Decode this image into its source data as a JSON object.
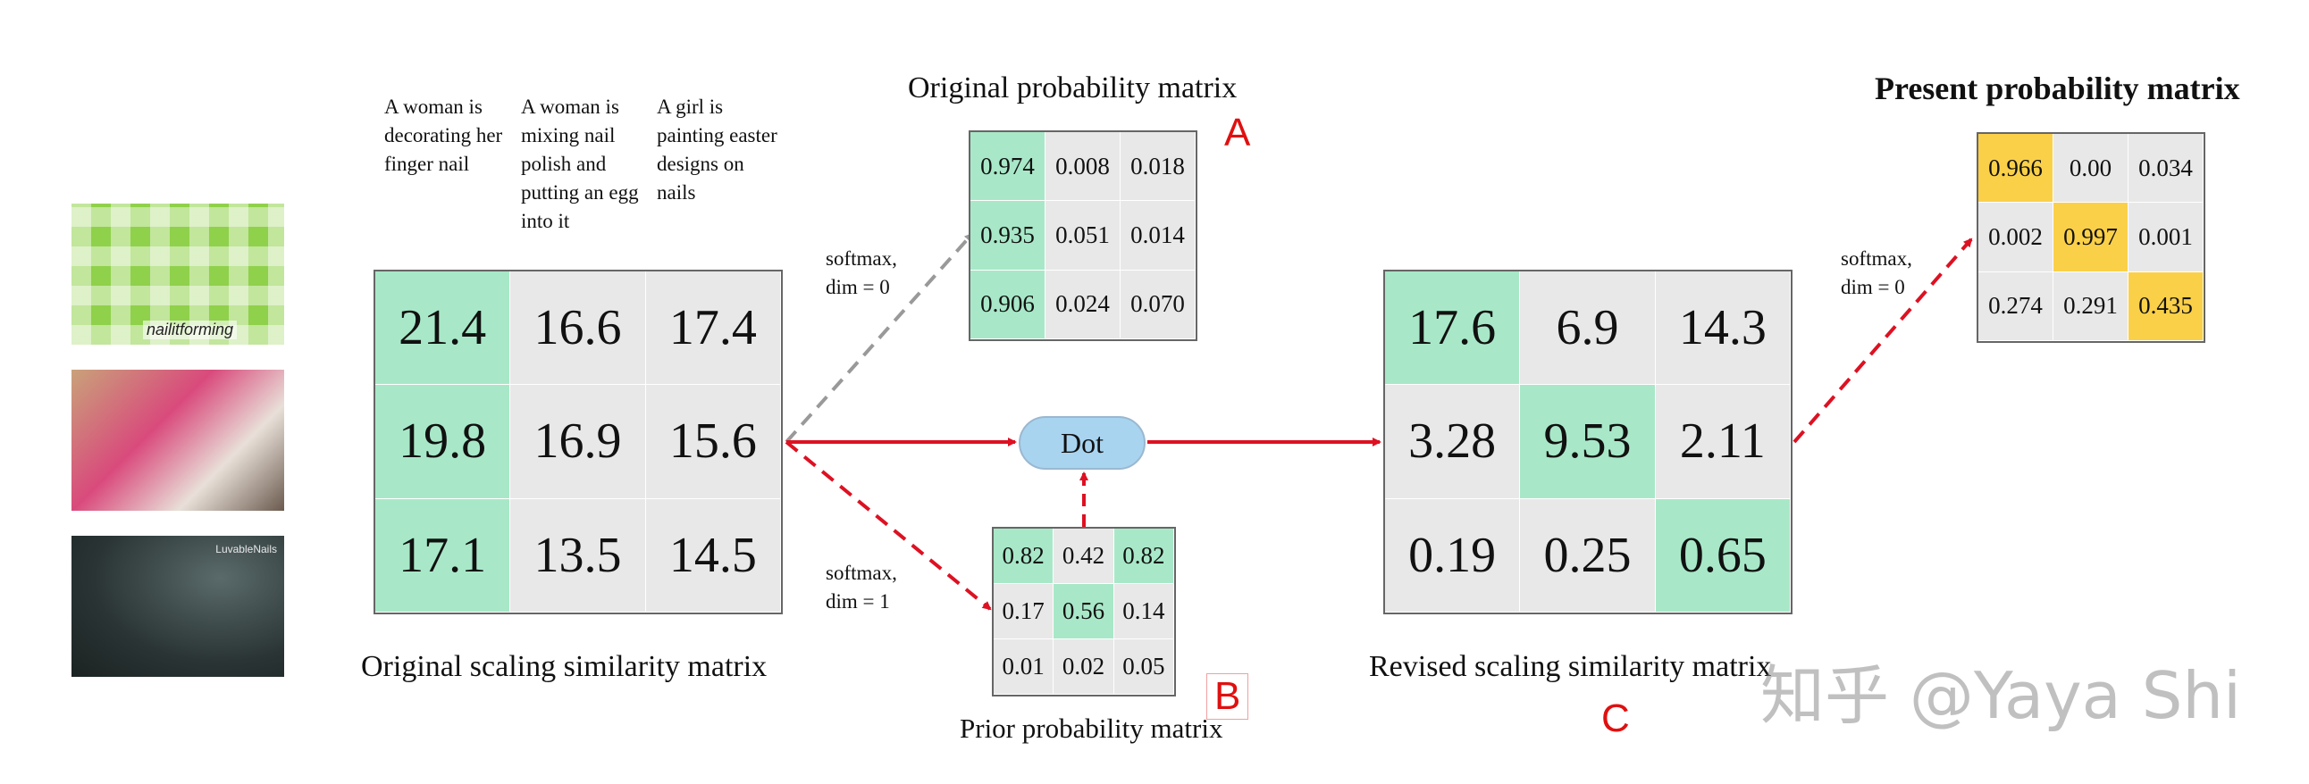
{
  "thumbnails": [
    {
      "overlay_text": "nailitforming"
    },
    {
      "overlay_text": ""
    },
    {
      "overlay_text": "LuvableNails"
    }
  ],
  "captions": [
    "A woman is decorating her finger nail",
    "A woman is mixing nail polish and putting an egg into it",
    "A girl is painting easter designs on nails"
  ],
  "original_scaling": {
    "label": "Original scaling similarity matrix",
    "rows": [
      [
        "21.4",
        "16.6",
        "17.4"
      ],
      [
        "19.8",
        "16.9",
        "15.6"
      ],
      [
        "17.1",
        "13.5",
        "14.5"
      ]
    ],
    "highlight": [
      [
        0,
        0
      ],
      [
        1,
        0
      ],
      [
        2,
        0
      ]
    ]
  },
  "original_probability": {
    "label": "Original probability matrix",
    "letter": "A",
    "rows": [
      [
        "0.974",
        "0.008",
        "0.018"
      ],
      [
        "0.935",
        "0.051",
        "0.014"
      ],
      [
        "0.906",
        "0.024",
        "0.070"
      ]
    ],
    "highlight": [
      [
        0,
        0
      ],
      [
        1,
        0
      ],
      [
        2,
        0
      ]
    ]
  },
  "prior_probability": {
    "label": "Prior probability matrix",
    "letter": "B",
    "rows": [
      [
        "0.82",
        "0.42",
        "0.82"
      ],
      [
        "0.17",
        "0.56",
        "0.14"
      ],
      [
        "0.01",
        "0.02",
        "0.05"
      ]
    ],
    "highlight": [
      [
        0,
        0
      ],
      [
        0,
        2
      ],
      [
        1,
        1
      ]
    ]
  },
  "revised_scaling": {
    "label": "Revised scaling similarity matrix",
    "letter": "C",
    "rows": [
      [
        "17.6",
        "6.9",
        "14.3"
      ],
      [
        "3.28",
        "9.53",
        "2.11"
      ],
      [
        "0.19",
        "0.25",
        "0.65"
      ]
    ],
    "highlight": [
      [
        0,
        0
      ],
      [
        1,
        1
      ],
      [
        2,
        2
      ]
    ]
  },
  "present_probability": {
    "label": "Present probability matrix",
    "rows": [
      [
        "0.966",
        "0.00",
        "0.034"
      ],
      [
        "0.002",
        "0.997",
        "0.001"
      ],
      [
        "0.274",
        "0.291",
        "0.435"
      ]
    ],
    "highlight": [
      [
        0,
        0
      ],
      [
        1,
        1
      ],
      [
        2,
        2
      ]
    ]
  },
  "dot_label": "Dot",
  "annotations": {
    "softmax_dim0_a_line1": "softmax,",
    "softmax_dim0_a_line2": "dim = 0",
    "softmax_dim1_line1": "softmax,",
    "softmax_dim1_line2": "dim = 1",
    "softmax_dim0_c_line1": "softmax,",
    "softmax_dim0_c_line2": "dim = 0"
  },
  "watermark": "知乎 @Yaya Shi",
  "colors": {
    "cell_default": "#e8e8e8",
    "cell_green": "#a8e8c8",
    "cell_yellow": "#fbd049",
    "arrow_red": "#dd1122",
    "arrow_gray": "#999999",
    "dot_fill": "#a8d4f0"
  }
}
